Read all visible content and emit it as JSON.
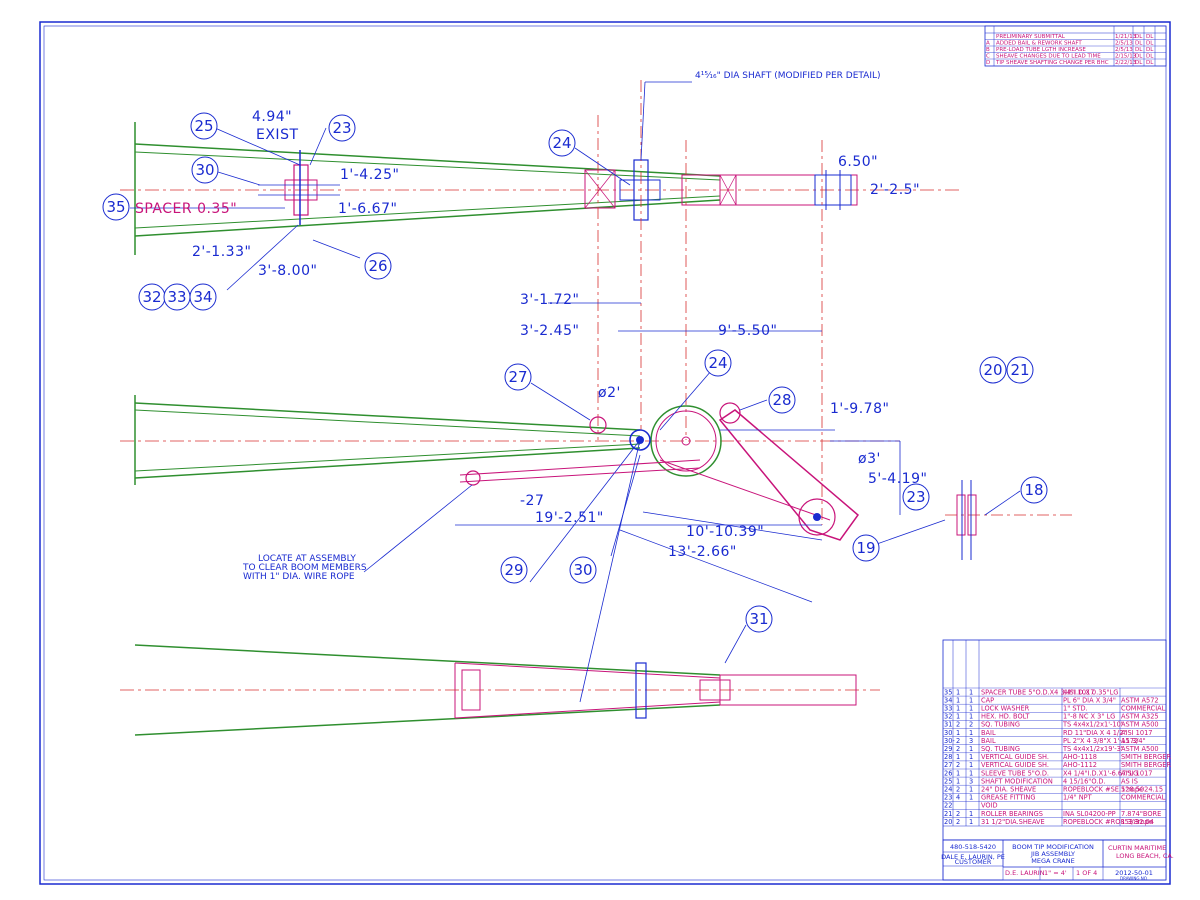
{
  "drawing": {
    "shaft_note": "4¹⁵⁄₁₆\" DIA SHAFT (MODIFIED PER DETAIL)",
    "locate_note": [
      "LOCATE AT ASSEMBLY",
      "TO CLEAR BOOM MEMBERS",
      "WITH 1\" DIA. WIRE ROPE"
    ],
    "spacer_label": "SPACER 0.35\"",
    "exist_dim": "4.94\"",
    "exist_label": "EXIST"
  },
  "dimensions": {
    "d1": "1'-4.25\"",
    "d2": "1'-6.67\"",
    "d3": "2'-1.33\"",
    "d4": "3'-8.00\"",
    "d5": "6.50\"",
    "d6": "2'-2.5\"",
    "d7": "3'-1.72\"",
    "d8": "3'-2.45\"",
    "d9": "9'-5.50\"",
    "d10": "ø2'",
    "d11": "1'-9.78\"",
    "d12": "ø3'",
    "d13": "5'-4.19\"",
    "d14": "19'-2.51\"",
    "d15": "10'-10.39\"",
    "d16": "13'-2.66\"",
    "d17": "-27"
  },
  "callouts": {
    "c25": "25",
    "c23": "23",
    "c30": "30",
    "c35": "35",
    "c26": "26",
    "c32": "32",
    "c33": "33",
    "c34": "34",
    "c24a": "24",
    "c27": "27",
    "c24b": "24",
    "c28": "28",
    "c20": "20",
    "c21": "21",
    "c23b": "23",
    "c18": "18",
    "c19": "19",
    "c30b": "30",
    "c29": "29",
    "c31": "31"
  },
  "revisions": [
    {
      "rev": "",
      "desc": "PRELIMINARY SUBMITTAL",
      "date": "1/21/13",
      "by": "DL",
      "chk": "DL"
    },
    {
      "rev": "A",
      "desc": "ADDED BAIL & REWORK SHAFT",
      "date": "2/5/13",
      "by": "DL",
      "chk": "DL"
    },
    {
      "rev": "B",
      "desc": "PRE-LOAD TUBE LGTH INCREASE",
      "date": "2/5/13",
      "by": "DL",
      "chk": "DL"
    },
    {
      "rev": "C",
      "desc": "SHEAVE CHANGES DUE TO LEAD TIME",
      "date": "2/15/13",
      "by": "DL",
      "chk": "DL"
    },
    {
      "rev": "D",
      "desc": "TIP SHEAVE SHAFTING CHANGE PER BHC",
      "date": "2/22/13",
      "by": "DL",
      "chk": "DL"
    }
  ],
  "bom": [
    {
      "item": "35",
      "qty": "1",
      "req": "1",
      "desc": "SPACER TUBE 5\"O.D.X4 3/4\"I.D.X 0.35\"LG",
      "mat": "AISI 1017",
      "spec": ""
    },
    {
      "item": "34",
      "qty": "1",
      "req": "1",
      "desc": "CAP",
      "mat": "PL 6\" DIA X 3/4\"",
      "spec": "ASTM A572"
    },
    {
      "item": "33",
      "qty": "1",
      "req": "1",
      "desc": "LOCK WASHER",
      "mat": "1\" STD.",
      "spec": "COMMERCIAL"
    },
    {
      "item": "32",
      "qty": "1",
      "req": "1",
      "desc": "HEX. HD. BOLT",
      "mat": "1\"-8 NC X 3\" LG",
      "spec": "ASTM A325"
    },
    {
      "item": "31",
      "qty": "2",
      "req": "2",
      "desc": "SQ. TUBING",
      "mat": "TS 4x4x1/2x1'-10\"",
      "spec": "ASTM A500"
    },
    {
      "item": "30",
      "qty": "1",
      "req": "1",
      "desc": "BAIL",
      "mat": "RD 11\"DIA X 4 1/2\"",
      "spec": "AISI 1017"
    },
    {
      "item": "30-",
      "qty": "2",
      "req": "3",
      "desc": "BAIL",
      "mat": "PL 2\"X 4 3/8\"X 1'-11 3/4\"",
      "spec": "A572"
    },
    {
      "item": "29",
      "qty": "2",
      "req": "1",
      "desc": "SQ. TUBING",
      "mat": "TS 4x4x1/2x19'-3\"",
      "spec": "ASTM A500"
    },
    {
      "item": "28",
      "qty": "1",
      "req": "1",
      "desc": "VERTICAL GUIDE SH.",
      "mat": "AHO-1118",
      "spec": "SMITH BERGER"
    },
    {
      "item": "27",
      "qty": "2",
      "req": "1",
      "desc": "VERTICAL GUIDE SH.",
      "mat": "AHO-1112",
      "spec": "SMITH BERGER"
    },
    {
      "item": "26",
      "qty": "1",
      "req": "1",
      "desc": "SLEEVE TUBE 5\"O.D.",
      "mat": "X4 1/4\"I.D.X1'-6.67\"LG",
      "spec": "AISI 1017"
    },
    {
      "item": "25",
      "qty": "1",
      "req": "3",
      "desc": "SHAFT MODIFICATION",
      "mat": "4 15/16\"O.D.",
      "spec": "AS IS"
    },
    {
      "item": "24",
      "qty": "2",
      "req": "1",
      "desc": "24\" DIA. SHEAVE",
      "mat": "ROPEBLOCK #SE.528.5024.15",
      "spec": "1\"rope"
    },
    {
      "item": "23",
      "qty": "4",
      "req": "1",
      "desc": "GREASE FITTING",
      "mat": "1/4\" NPT",
      "spec": "COMMERCIAL"
    },
    {
      "item": "22",
      "qty": "",
      "req": "",
      "desc": "VOID",
      "mat": "",
      "spec": ""
    },
    {
      "item": "21",
      "qty": "2",
      "req": "1",
      "desc": "ROLLER BEARINGS",
      "mat": "INA SL04200-PP",
      "spec": "7.874\"BORE"
    },
    {
      "item": "20",
      "qty": "2",
      "req": "1",
      "desc": "31 1/2\"DIA.SHEAVE",
      "mat": "ROPEBLOCK #RO853.32.04",
      "spec": "1 3/8rope"
    }
  ],
  "title_block": {
    "phone": "480-518-5420",
    "customer_name": "DALE E. LAURIN, PE",
    "customer_label": "CUSTOMER",
    "title_lines": [
      "BOOM TIP MODIFICATION",
      "JIB ASSEMBLY",
      "MEGA CRANE"
    ],
    "company": "CURTIN MARITIME",
    "company_city": "LONG BEACH, CA.",
    "drawn": "D.E. LAURIN",
    "scale": "1\" = 4'",
    "sheet": "1 OF 4",
    "dwg_no": "2012-50-01",
    "dwg_label": "DRAWING NO."
  },
  "colors": {
    "ink_blue": "#1a2bd0",
    "ink_green": "#2f8f2f",
    "ink_magenta": "#c8147a",
    "ink_red": "#d83030"
  }
}
